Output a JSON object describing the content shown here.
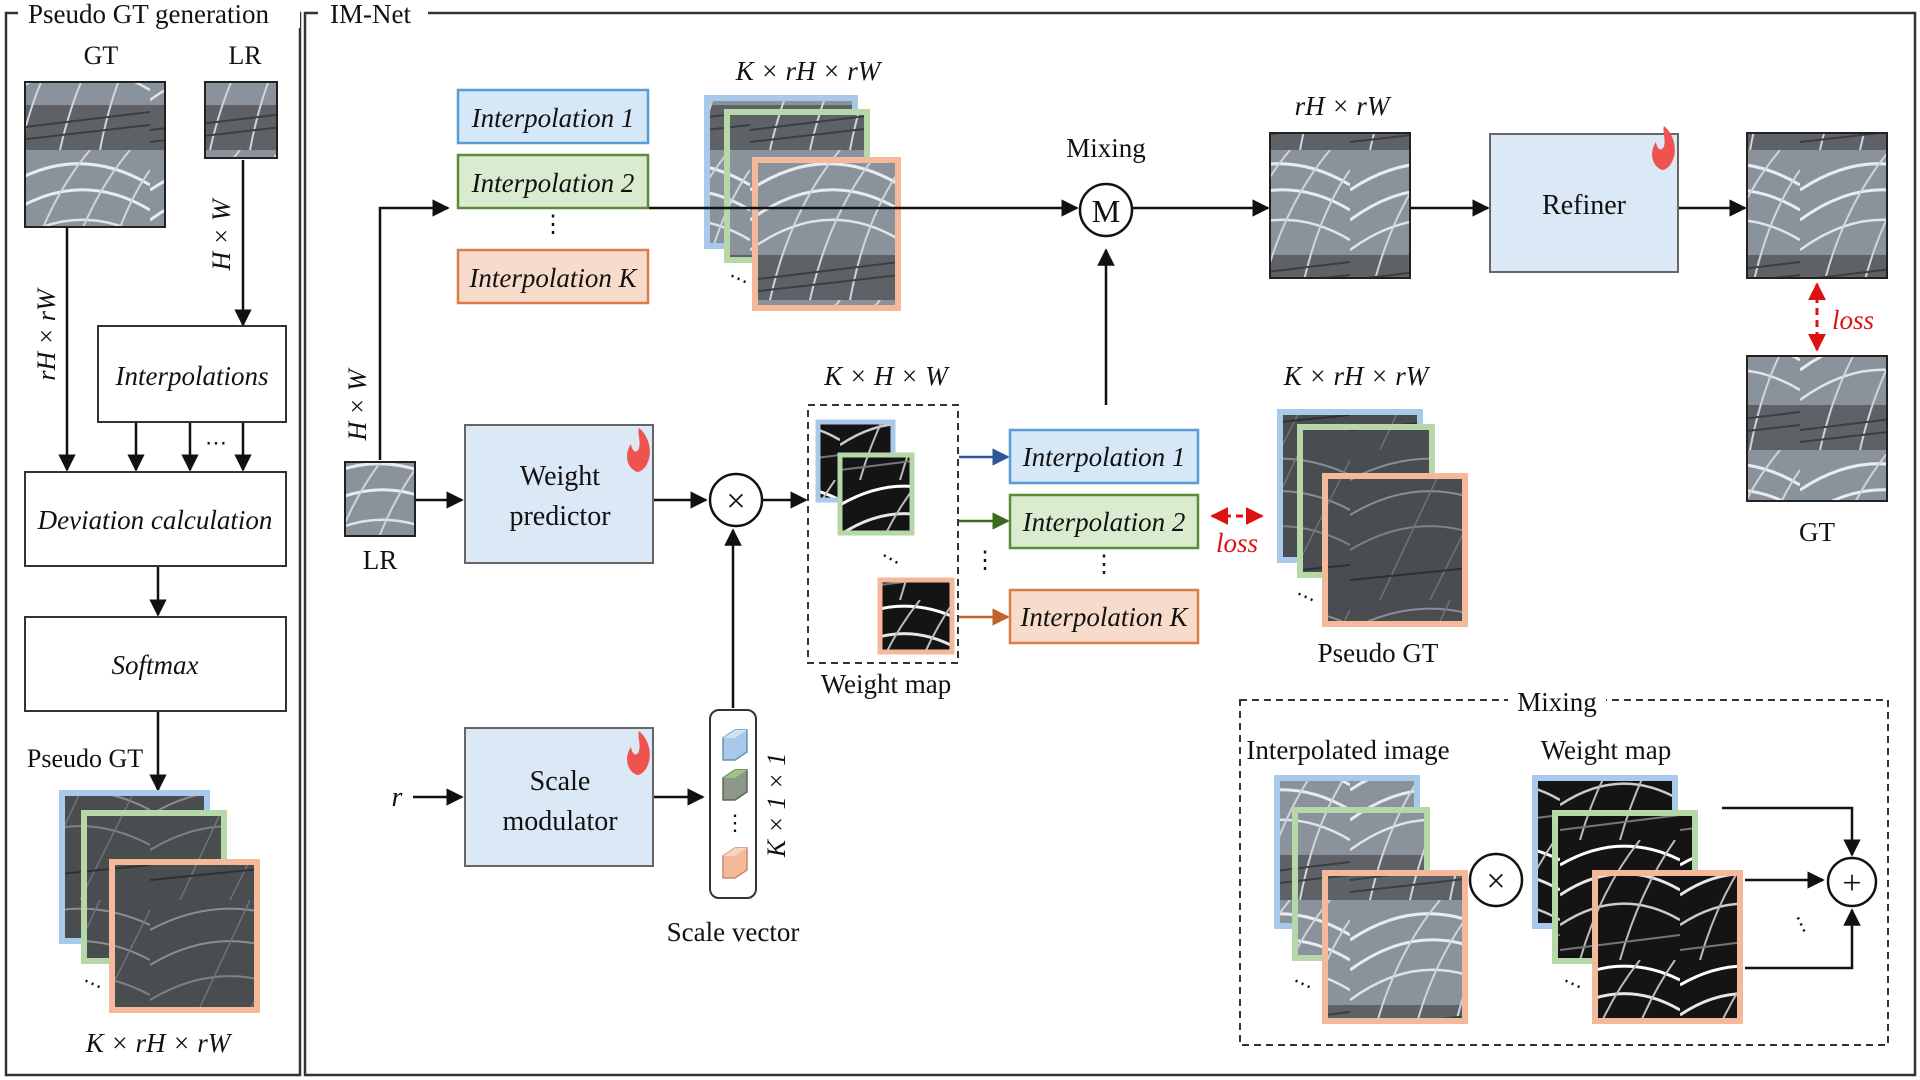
{
  "panels": {
    "pseudo_gt": {
      "title": "Pseudo GT generation"
    },
    "im_net": {
      "title": "IM-Net"
    }
  },
  "left": {
    "gt_label": "GT",
    "lr_label": "LR",
    "dim_rhw": "rH × rW",
    "dim_hw": "H × W",
    "interpolations": "Interpolations",
    "ellipsis": "⋯",
    "deviation": "Deviation calculation",
    "softmax": "Softmax",
    "pseudo_gt_label": "Pseudo GT",
    "stack_ellipsis": "⋯",
    "dim_bottom": "K × rH × rW"
  },
  "net": {
    "interp": [
      "Interpolation 1",
      "Interpolation 2",
      "Interpolation K"
    ],
    "vdots": "⋮",
    "top_dim": "K × rH × rW",
    "stack_ellipsis": "⋯",
    "mixing_label": "Mixing",
    "mixing_symbol": "M",
    "out_dim": "rH × rW",
    "refiner": "Refiner",
    "loss_top": "loss",
    "gt_label": "GT",
    "lr_label": "LR",
    "lr_dim": "H × W",
    "weight_predictor": [
      "Weight",
      "predictor"
    ],
    "times": "×",
    "wm_dim": "K × H × W",
    "wm_ellipsis": "⋯",
    "weight_map_label": "Weight map",
    "loss_mid": "loss",
    "pgt_dim": "K × rH × rW",
    "pgt_ellipsis": "⋯",
    "pseudo_gt_label": "Pseudo GT",
    "r_label": "r",
    "scale_modulator": [
      "Scale",
      "modulator"
    ],
    "vec_dim": "K × 1 × 1",
    "vec_vdots": "⋮",
    "scale_vector_label": "Scale vector"
  },
  "mixing_box": {
    "title": "Mixing",
    "interpolated_image": "Interpolated image",
    "weight_map": "Weight map",
    "times": "×",
    "plus": "+",
    "ellipsis_a": "⋯",
    "ellipsis_b": "⋯",
    "ellipsis_c": "⋯"
  },
  "colors": {
    "blue_fill": "#d6e7f7",
    "blue_stroke": "#5b9bd5",
    "green_fill": "#d9ecd0",
    "green_stroke": "#5a8a3a",
    "orange_fill": "#f8dccb",
    "orange_stroke": "#d97b4b",
    "box_fill": "#dbe8f6",
    "box_stroke": "#666666",
    "loss": "#dd1111",
    "flame": "#ef5350",
    "arrow_blue": "#2e5597",
    "arrow_green": "#3a6b20",
    "arrow_orange": "#c0622b"
  }
}
